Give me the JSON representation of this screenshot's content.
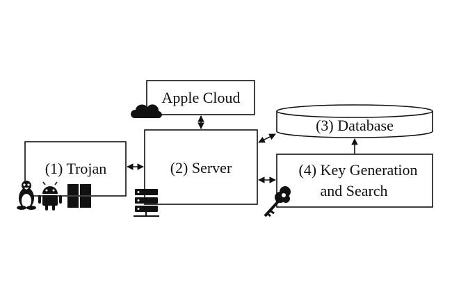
{
  "nodes": {
    "apple_cloud": {
      "label": "Apple Cloud",
      "icon": "cloud-icon"
    },
    "trojan": {
      "label": "(1) Trojan",
      "icons": [
        "linux-tux-icon",
        "android-icon",
        "windows-icon"
      ]
    },
    "server": {
      "label": "(2) Server",
      "icon": "server-rack-icon"
    },
    "database": {
      "label": "(3) Database"
    },
    "keygen": {
      "label_line1": "(4) Key Generation",
      "label_line2": "and Search",
      "icon": "key-icon"
    }
  },
  "colors": {
    "stroke": "#111111",
    "fill": "#ffffff"
  }
}
